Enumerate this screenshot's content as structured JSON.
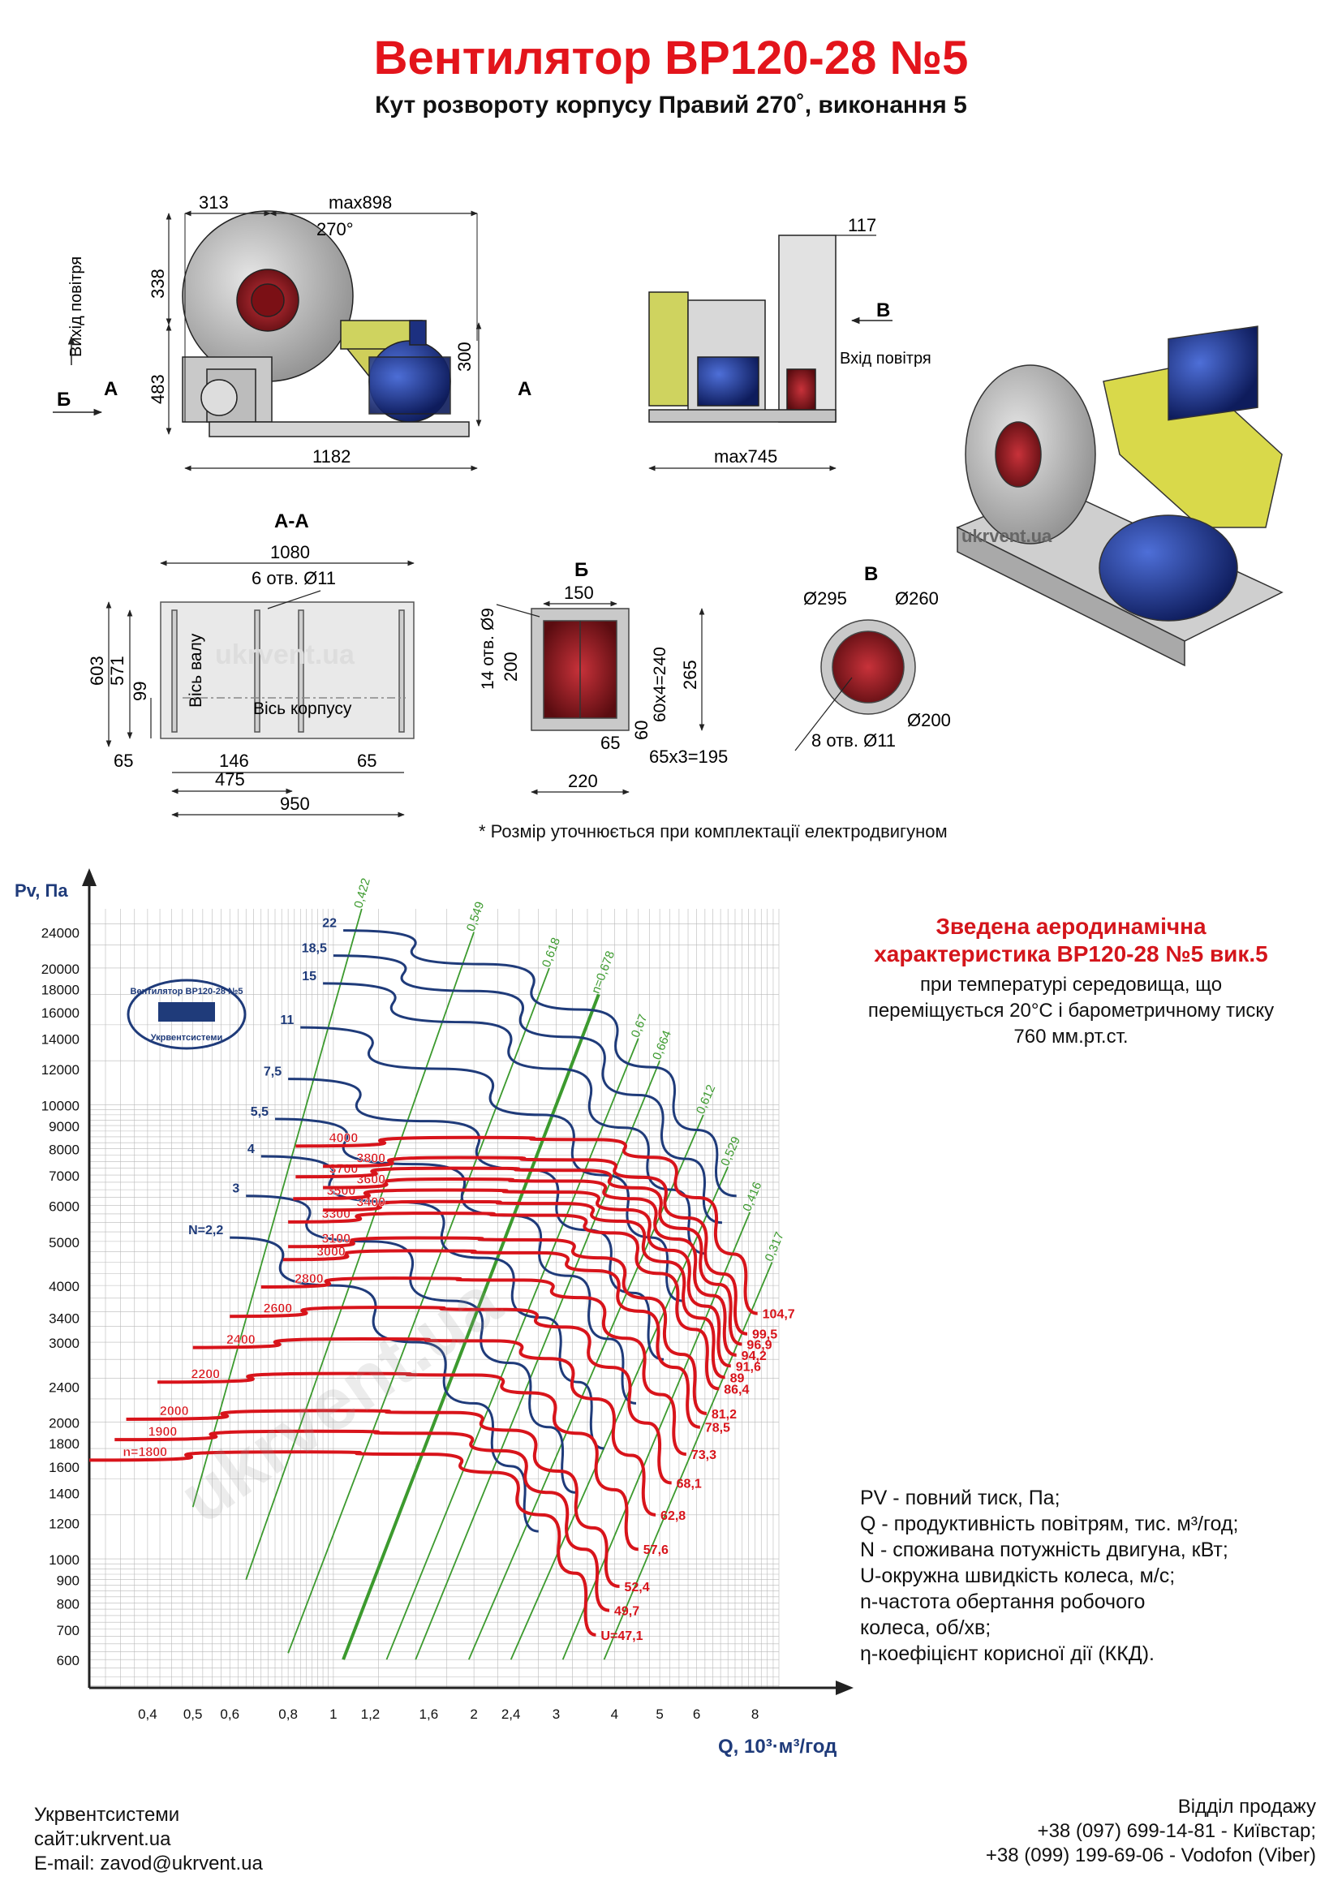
{
  "header": {
    "title": "Вентилятор ВР120-28 №5",
    "subtitle": "Кут розвороту корпусу Правий 270˚, виконання 5"
  },
  "drawings": {
    "front_view": {
      "dims": [
        "313",
        "max898",
        "270°",
        "338",
        "483",
        "300",
        "1182"
      ],
      "labels": {
        "air_out": "Вихід повітря",
        "section_a": "А",
        "arrow_b": "Б"
      }
    },
    "side_view": {
      "dims": [
        "117",
        "max745"
      ],
      "labels": {
        "arrow_v": "В",
        "air_in": "Вхід повітря"
      }
    },
    "section_aa": {
      "title": "А-А",
      "dims": [
        "1080",
        "6 отв. Ø11",
        "603",
        "571",
        "99",
        "65",
        "146",
        "475",
        "65",
        "950"
      ],
      "labels": {
        "shaft_axis": "Вісь валу",
        "housing_axis": "Вісь корпусу"
      }
    },
    "view_b": {
      "title": "Б",
      "dims": [
        "150",
        "14 отв. Ø9",
        "200",
        "60x4=240",
        "265",
        "60",
        "65",
        "65x3=195",
        "220"
      ]
    },
    "view_v": {
      "title": "В",
      "dims": [
        "Ø295",
        "Ø260",
        "Ø200",
        "8 отв. Ø11"
      ]
    },
    "watermark": "ukrvent.ua",
    "note": "* Розмір уточнюється при комплектації електродвигуном"
  },
  "chart_caption": {
    "title_line1": "Зведена аеродинамічна",
    "title_line2": "характеристика ВР120-28 №5 вик.5",
    "cond_line1": "при температурі середовища, що",
    "cond_line2": "переміщується 20°С і барометричному тиску",
    "cond_line3": "760 мм.рт.ст."
  },
  "chart_legend": [
    "PV - повний тиск, Па;",
    "Q - продуктивність повітрям, тис. м³/год;",
    "N - споживана потужність двигуна, кВт;",
    "U-окружна швидкість колеса, м/с;",
    "n-частота обертання робочого",
    "колеса, об/хв;",
    "η-коефіцієнт корисної дії (ККД)."
  ],
  "chart_data": {
    "type": "line",
    "x_scale": "log",
    "y_scale": "log",
    "ylabel": "Pv, Па",
    "xlabel": "Q, 10³·м³/год",
    "x_ticks": [
      0.4,
      0.5,
      0.6,
      0.8,
      1,
      1.2,
      1.6,
      2,
      2.4,
      3,
      4,
      5,
      6,
      8
    ],
    "x_tick_labels": [
      "0,4",
      "0,5",
      "0,6",
      "0,8",
      "1",
      "1,2",
      "1,6",
      "2",
      "2,4",
      "3",
      "4",
      "5",
      "6",
      "8"
    ],
    "y_ticks": [
      600,
      700,
      800,
      900,
      1000,
      1200,
      1400,
      1600,
      1800,
      2000,
      2400,
      3000,
      3400,
      4000,
      5000,
      6000,
      7000,
      8000,
      9000,
      10000,
      12000,
      14000,
      16000,
      18000,
      20000,
      24000
    ],
    "xlim": [
      0.3,
      9
    ],
    "ylim": [
      520,
      27000
    ],
    "grid": true,
    "speed_curves": [
      {
        "n": "n=1800",
        "U": "U=47,1",
        "x": [
          0.3,
          0.8,
          1.6,
          2.2,
          2.8,
          3.3,
          3.65
        ],
        "y": [
          1650,
          1720,
          1700,
          1550,
          1250,
          930,
          680
        ]
      },
      {
        "n": "1900",
        "U": "49,7",
        "x": [
          0.34,
          0.9,
          1.7,
          2.3,
          2.9,
          3.45,
          3.9
        ],
        "y": [
          1830,
          1910,
          1890,
          1730,
          1400,
          1050,
          770
        ]
      },
      {
        "n": "2000",
        "U": "52,4",
        "x": [
          0.36,
          0.95,
          1.8,
          2.4,
          3.05,
          3.6,
          4.1
        ],
        "y": [
          2030,
          2120,
          2100,
          1920,
          1560,
          1170,
          870
        ]
      },
      {
        "n": "2200",
        "U": "57,6",
        "x": [
          0.42,
          1.05,
          2.0,
          2.65,
          3.35,
          4.0,
          4.5
        ],
        "y": [
          2450,
          2560,
          2540,
          2320,
          1890,
          1420,
          1050
        ]
      },
      {
        "n": "2400",
        "U": "62,8",
        "x": [
          0.5,
          1.15,
          2.2,
          2.9,
          3.65,
          4.35,
          4.9
        ],
        "y": [
          2920,
          3050,
          3020,
          2760,
          2250,
          1690,
          1250
        ]
      },
      {
        "n": "2600",
        "U": "68,1",
        "x": [
          0.6,
          1.25,
          2.35,
          3.15,
          3.95,
          4.7,
          5.3
        ],
        "y": [
          3420,
          3580,
          3540,
          3240,
          2640,
          1990,
          1470
        ]
      },
      {
        "n": "2800",
        "U": "73,3",
        "x": [
          0.7,
          1.35,
          2.55,
          3.4,
          4.25,
          5.05,
          5.7
        ],
        "y": [
          3970,
          4150,
          4110,
          3760,
          3060,
          2300,
          1700
        ]
      },
      {
        "n": "3000",
        "U": "78,5",
        "x": [
          0.78,
          1.45,
          2.75,
          3.65,
          4.55,
          5.4,
          6.1
        ],
        "y": [
          4560,
          4770,
          4720,
          4310,
          3510,
          2640,
          1950
        ]
      },
      {
        "n": "3100",
        "U": "81,2",
        "x": [
          0.8,
          1.5,
          2.85,
          3.75,
          4.7,
          5.6,
          6.3
        ],
        "y": [
          4870,
          5090,
          5040,
          4600,
          3750,
          2820,
          2090
        ]
      },
      {
        "n": "3300",
        "U": "86,4",
        "x": [
          0.8,
          1.6,
          3.0,
          4.0,
          5.0,
          5.95,
          6.7
        ],
        "y": [
          5520,
          5770,
          5710,
          5220,
          4250,
          3200,
          2370
        ]
      },
      {
        "n": "3400",
        "U": "89",
        "x": [
          0.95,
          1.65,
          3.1,
          4.15,
          5.15,
          6.15,
          6.9
        ],
        "y": [
          5860,
          6120,
          6060,
          5540,
          4510,
          3390,
          2510
        ]
      },
      {
        "n": "3500",
        "U": "91,6",
        "x": [
          0.82,
          1.7,
          3.2,
          4.25,
          5.3,
          6.3,
          7.1
        ],
        "y": [
          6210,
          6490,
          6420,
          5870,
          4780,
          3600,
          2660
        ]
      },
      {
        "n": "3600",
        "U": "94,2",
        "x": [
          0.95,
          1.75,
          3.3,
          4.4,
          5.45,
          6.5,
          7.3
        ],
        "y": [
          6570,
          6860,
          6790,
          6210,
          5060,
          3800,
          2810
        ]
      },
      {
        "n": "3700",
        "U": "96,9",
        "x": [
          0.83,
          1.8,
          3.4,
          4.5,
          5.6,
          6.7,
          7.5
        ],
        "y": [
          6940,
          7250,
          7170,
          6560,
          5340,
          4020,
          2970
        ]
      },
      {
        "n": "3800",
        "U": "99,5",
        "x": [
          0.95,
          1.85,
          3.5,
          4.6,
          5.75,
          6.85,
          7.7
        ],
        "y": [
          7320,
          7650,
          7560,
          6920,
          5630,
          4240,
          3130
        ]
      },
      {
        "n": "4000",
        "U": "104,7",
        "x": [
          0.83,
          1.95,
          3.65,
          4.85,
          6.05,
          7.2,
          8.1
        ],
        "y": [
          8110,
          8470,
          8380,
          7660,
          6240,
          4690,
          3470
        ]
      }
    ],
    "power_curves": [
      {
        "N": "N=2,2",
        "x": [
          0.6,
          1.0,
          1.5,
          2.0,
          2.4,
          2.75
        ],
        "y": [
          5100,
          4000,
          3000,
          2200,
          1600,
          1150
        ]
      },
      {
        "N": "3",
        "x": [
          0.65,
          1.2,
          1.8,
          2.4,
          2.9,
          3.3
        ],
        "y": [
          6300,
          5000,
          3700,
          2700,
          1950,
          1400
        ]
      },
      {
        "N": "4",
        "x": [
          0.7,
          1.4,
          2.1,
          2.8,
          3.35,
          3.8
        ],
        "y": [
          7700,
          6100,
          4600,
          3400,
          2450,
          1750
        ]
      },
      {
        "N": "5,5",
        "x": [
          0.75,
          1.5,
          2.4,
          3.2,
          3.9,
          4.45
        ],
        "y": [
          9300,
          7400,
          5700,
          4200,
          3050,
          2200
        ]
      },
      {
        "N": "7,5",
        "x": [
          0.8,
          1.6,
          2.6,
          3.5,
          4.4,
          5.1
        ],
        "y": [
          11400,
          9200,
          7200,
          5300,
          3850,
          2750
        ]
      },
      {
        "N": "11",
        "x": [
          0.85,
          1.7,
          2.8,
          3.8,
          4.8,
          5.6
        ],
        "y": [
          14800,
          12000,
          9500,
          7000,
          5100,
          3700
        ]
      },
      {
        "N": "15",
        "x": [
          0.95,
          1.9,
          3.0,
          4.2,
          5.3,
          6.3
        ],
        "y": [
          18500,
          15200,
          12000,
          8900,
          6500,
          4700
        ]
      },
      {
        "N": "18,5",
        "x": [
          1.0,
          2.0,
          3.2,
          4.5,
          5.7,
          6.8
        ],
        "y": [
          21300,
          17800,
          14100,
          10500,
          7600,
          5500
        ]
      },
      {
        "N": "22",
        "x": [
          1.05,
          2.1,
          3.4,
          4.8,
          6.0,
          7.3
        ],
        "y": [
          24200,
          20400,
          16200,
          12100,
          8800,
          6300
        ]
      }
    ],
    "efficiency_lines": [
      {
        "eta": "0,422",
        "x1": 0.5,
        "y1": 1300,
        "x2": 1.15,
        "y2": 27000
      },
      {
        "eta": "0,549",
        "x1": 0.65,
        "y1": 900,
        "x2": 2.0,
        "y2": 24000
      },
      {
        "eta": "0,618",
        "x1": 0.8,
        "y1": 620,
        "x2": 2.9,
        "y2": 20000
      },
      {
        "eta": "n=0,678",
        "x1": 1.05,
        "y1": 600,
        "x2": 3.7,
        "y2": 17500
      },
      {
        "eta": "0,67",
        "x1": 1.3,
        "y1": 600,
        "x2": 4.5,
        "y2": 14000
      },
      {
        "eta": "0,664",
        "x1": 1.5,
        "y1": 600,
        "x2": 5.0,
        "y2": 12500
      },
      {
        "eta": "0,612",
        "x1": 1.95,
        "y1": 600,
        "x2": 6.2,
        "y2": 9500
      },
      {
        "eta": "0,529",
        "x1": 2.4,
        "y1": 600,
        "x2": 7.0,
        "y2": 7300
      },
      {
        "eta": "0,416",
        "x1": 3.1,
        "y1": 600,
        "x2": 7.8,
        "y2": 5800
      },
      {
        "eta": "0,317",
        "x1": 3.8,
        "y1": 600,
        "x2": 8.7,
        "y2": 4500
      }
    ],
    "colors": {
      "speed": "#d8141b",
      "power": "#1f3b7a",
      "efficiency": "#3c9a2e",
      "grid": "#b9b9b9"
    },
    "stamp": {
      "top_text": "Вентилятор ВР120-28 №5",
      "bottom_text": "Укрвентсистеми"
    }
  },
  "footer": {
    "company": "Укрвентсистеми",
    "site": "сайт:ukrvent.ua",
    "email": "E-mail: zavod@ukrvent.ua",
    "sales_title": "Відділ продажу",
    "phone1": "+38 (097) 699-14-81 - Київстар;",
    "phone2": "+38 (099) 199-69-06 - Vodofon (Viber)"
  }
}
